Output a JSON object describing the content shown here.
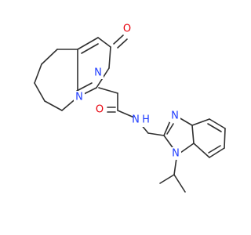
{
  "figure": {
    "type": "chemical-structure",
    "background": "#ffffff",
    "bond_color": "#303030"
  },
  "atoms": {
    "o1": {
      "text": "O",
      "color": "#e8000b"
    },
    "n1": {
      "text": "N",
      "color": "#1f3cff"
    },
    "n2": {
      "text": "N",
      "color": "#1f3cff"
    },
    "o2": {
      "text": "O",
      "color": "#e8000b"
    },
    "nh": {
      "text": "N",
      "color": "#1f3cff"
    },
    "h": {
      "text": "H",
      "color": "#1f3cff"
    },
    "n3": {
      "text": "N",
      "color": "#1f3cff"
    },
    "n4": {
      "text": "N",
      "color": "#1f3cff"
    }
  }
}
